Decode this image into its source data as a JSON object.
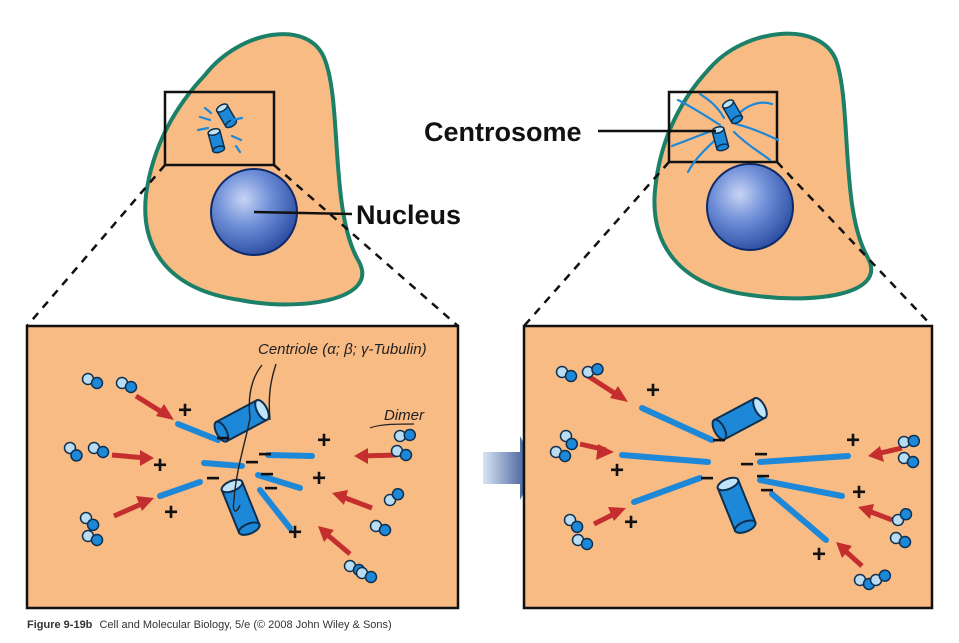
{
  "labels": {
    "centrosome": "Centrosome",
    "nucleus": "Nucleus"
  },
  "annotations": {
    "centriole": "Centriole (α; β; γ-Tubulin)",
    "dimer": "Dimer"
  },
  "caption": {
    "figure": "Figure 9-19b",
    "text": "Cell and Molecular Biology, 5/e (© 2008 John Wiley & Sons)"
  },
  "signs": {
    "plus": "+",
    "minus": "−"
  },
  "colors": {
    "cytoplasm": "#f8bb84",
    "membrane": "#1c8068",
    "microtubule": "#1e88d8",
    "arrow": "#c42e2e",
    "dimer_dark": "#1e88d8",
    "dimer_light": "#b9dcf2",
    "nucleus": "#3e6bc4"
  }
}
